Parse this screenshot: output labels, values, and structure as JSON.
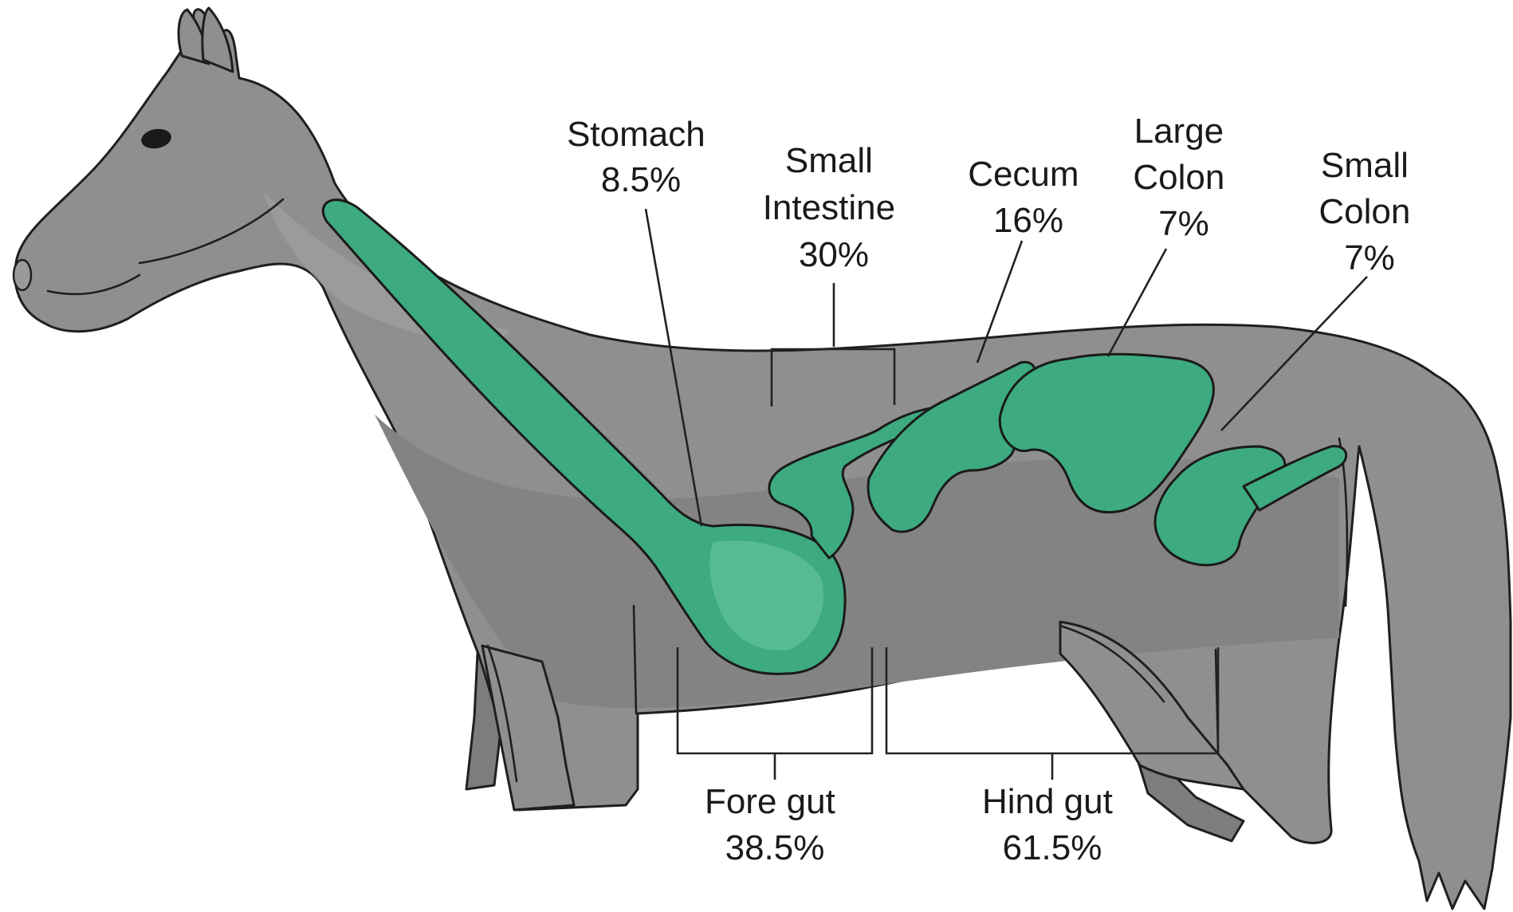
{
  "diagram": {
    "colors": {
      "horse": "#8f8f8f",
      "digestive_tract": "#3daa80",
      "background": "#ffffff",
      "lines": "#222222"
    },
    "labels": {
      "stomach": {
        "lines": [
          "Stomach",
          "8.5%"
        ]
      },
      "small_intestine": {
        "lines": [
          "Small",
          "Intestine",
          "30%"
        ]
      },
      "cecum": {
        "lines": [
          "Cecum",
          "16%"
        ]
      },
      "large_colon": {
        "lines": [
          "Large",
          "Colon",
          "7%"
        ]
      },
      "small_colon": {
        "lines": [
          "Small",
          "Colon",
          "7%"
        ]
      },
      "fore_gut": {
        "lines": [
          "Fore gut",
          "38.5%"
        ]
      },
      "hind_gut": {
        "lines": [
          "Hind gut",
          "61.5%"
        ]
      }
    }
  }
}
